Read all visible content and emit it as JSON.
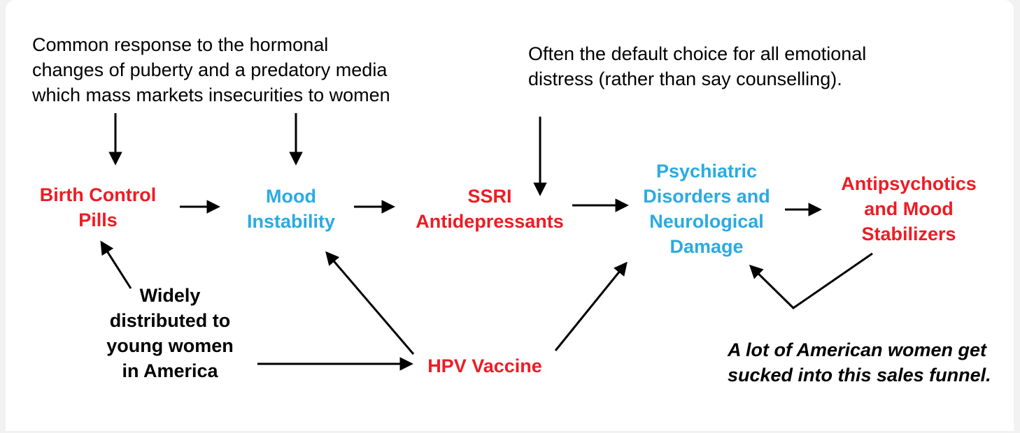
{
  "diagram": {
    "colors": {
      "red": "#ed1c24",
      "blue": "#29abe2",
      "black": "#000000",
      "background": "#ffffff"
    },
    "notes": {
      "puberty": "Common response to the hormonal\nchanges of puberty and a predatory media\nwhich mass markets insecurities to women",
      "default_choice": "Often the default choice for all emotional\ndistress (rather than say counselling).",
      "widely_distributed": "Widely\ndistributed to\nyoung women\nin America",
      "sales_funnel": "A lot of American women get\nsucked into this sales funnel."
    },
    "nodes": {
      "birth_control": {
        "label": "Birth Control\nPills",
        "color": "#ed1c24"
      },
      "mood_instability": {
        "label": "Mood\nInstability",
        "color": "#29abe2"
      },
      "ssri": {
        "label": "SSRI\nAntidepressants",
        "color": "#ed1c24"
      },
      "psychiatric": {
        "label": "Psychiatric\nDisorders and\nNeurological\nDamage",
        "color": "#29abe2"
      },
      "antipsychotics": {
        "label": "Antipsychotics\nand Mood\nStabilizers",
        "color": "#ed1c24"
      },
      "hpv_vaccine": {
        "label": "HPV Vaccine",
        "color": "#ed1c24"
      }
    }
  }
}
